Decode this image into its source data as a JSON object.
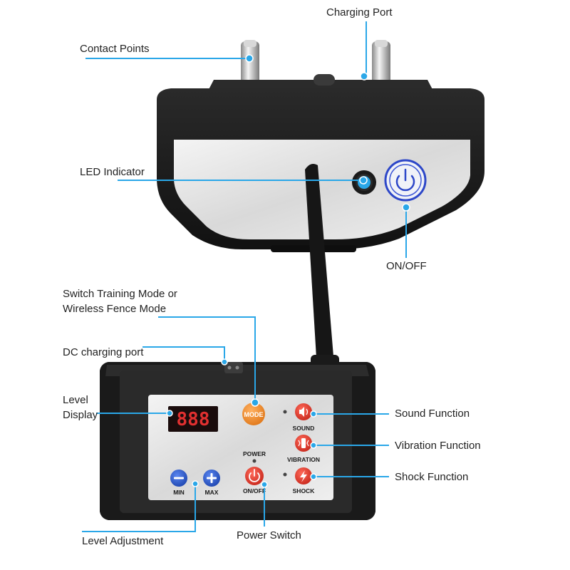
{
  "colors": {
    "callout_line": "#2aa7e8",
    "callout_dot": "#2aa7e8",
    "device_body": "#1b1b1b",
    "panel_silver": "#e6e6e6",
    "power_ring": "#2d47c8",
    "mode_button": "#f08a24",
    "function_button": "#e03a2c",
    "level_button": "#2a5bc7",
    "led_digits": "#e23030"
  },
  "callouts": {
    "charging_port": "Charging Port",
    "contact_points": "Contact Points",
    "led_indicator": "LED Indicator",
    "on_off": "ON/OFF",
    "switch_mode_line1": "Switch Training Mode or",
    "switch_mode_line2": "Wireless Fence Mode",
    "dc_charging_port": "DC charging port",
    "level_display_line1": "Level",
    "level_display_line2": "Display",
    "sound_function": "Sound Function",
    "vibration_function": "Vibration Function",
    "shock_function": "Shock Function",
    "level_adjustment": "Level Adjustment",
    "power_switch": "Power Switch"
  },
  "transmitter": {
    "display_digits": "888",
    "mode_label": "MODE",
    "power_label": "POWER",
    "on_off_label": "ON/OFF",
    "min_label": "MIN",
    "max_label": "MAX",
    "sound_label": "SOUND",
    "vibration_label": "VIBRATION",
    "shock_label": "SHOCK"
  },
  "icons": {
    "collar_power": "power-icon",
    "collar_led": "led-ring-icon",
    "sound": "speaker-icon",
    "vibration": "vibration-icon",
    "shock": "lightning-icon",
    "min": "minus-icon",
    "max": "plus-icon",
    "transmitter_power": "power-icon"
  }
}
